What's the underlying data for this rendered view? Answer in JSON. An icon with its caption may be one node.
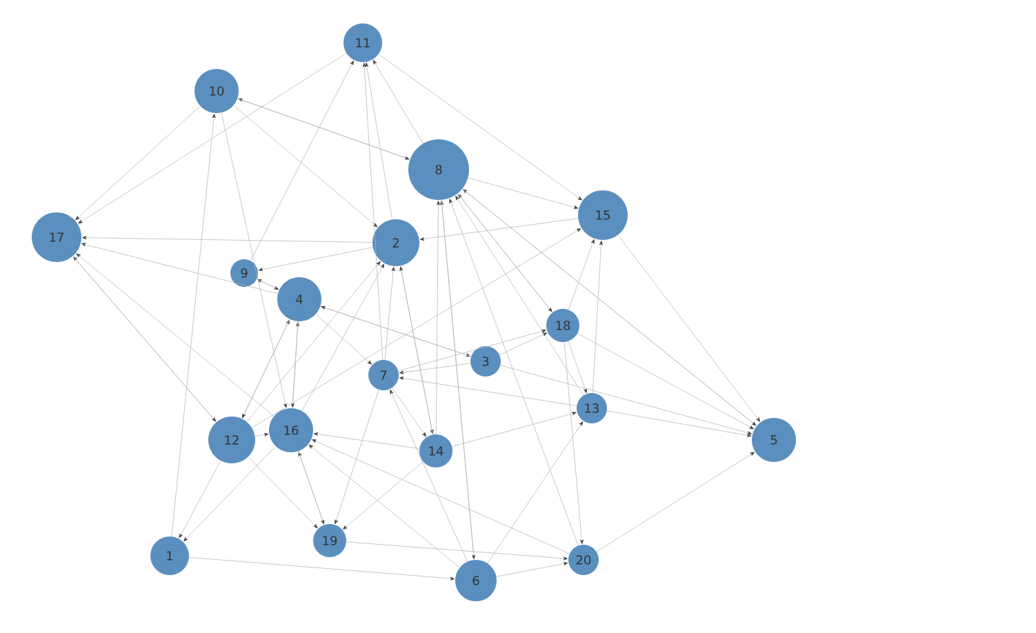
{
  "diagram": {
    "nodes": [
      {
        "text": [
          "1"
        ]
      },
      {
        "text": [
          "2"
        ]
      },
      {
        "text": [
          "3"
        ]
      },
      {
        "text": [
          "4"
        ]
      },
      {
        "text": [
          "5"
        ]
      },
      {
        "text": [
          "6"
        ]
      },
      {
        "text": [
          "7"
        ]
      },
      {
        "text": [
          "8"
        ]
      },
      {
        "text": [
          "9"
        ]
      },
      {
        "text": [
          "10"
        ]
      },
      {
        "text": [
          "11"
        ]
      },
      {
        "text": [
          "12"
        ]
      },
      {
        "text": [
          "13"
        ]
      },
      {
        "text": [
          "14"
        ]
      },
      {
        "text": [
          "15"
        ]
      },
      {
        "text": [
          "16"
        ]
      },
      {
        "text": [
          "17"
        ]
      },
      {
        "text": [
          "18"
        ]
      },
      {
        "text": [
          "19"
        ]
      },
      {
        "text": [
          "20"
        ]
      }
    ],
    "edges": [
      {
        "from": 9,
        "to": 16,
        "arrow": "to"
      },
      {
        "from": 10,
        "to": 16,
        "arrow": "to"
      },
      {
        "from": 9,
        "to": 1,
        "arrow": "to"
      },
      {
        "from": 7,
        "to": 9,
        "arrow": "to"
      },
      {
        "from": 9,
        "to": 7,
        "arrow": "to"
      },
      {
        "from": 8,
        "to": 10,
        "arrow": "to"
      },
      {
        "from": 0,
        "to": 9,
        "arrow": "to"
      },
      {
        "from": 9,
        "to": 15,
        "arrow": "to"
      },
      {
        "from": 1,
        "to": 16,
        "arrow": "to"
      },
      {
        "from": 1,
        "to": 8,
        "arrow": "to"
      },
      {
        "from": 3,
        "to": 16,
        "arrow": "to"
      },
      {
        "from": 11,
        "to": 16,
        "arrow": "to"
      },
      {
        "from": 16,
        "to": 11,
        "arrow": "to"
      },
      {
        "from": 15,
        "to": 16,
        "arrow": "to"
      },
      {
        "from": 3,
        "to": 2,
        "arrow": "to"
      },
      {
        "from": 2,
        "to": 3,
        "arrow": "to"
      },
      {
        "from": 3,
        "to": 8,
        "arrow": "to"
      },
      {
        "from": 8,
        "to": 3,
        "arrow": "to"
      },
      {
        "from": 1,
        "to": 10,
        "arrow": "to"
      },
      {
        "from": 6,
        "to": 10,
        "arrow": "to"
      },
      {
        "from": 7,
        "to": 10,
        "arrow": "to"
      },
      {
        "from": 10,
        "to": 14,
        "arrow": "to"
      },
      {
        "from": 7,
        "to": 14,
        "arrow": "to"
      },
      {
        "from": 14,
        "to": 1,
        "arrow": "to"
      },
      {
        "from": 5,
        "to": 7,
        "arrow": "to"
      },
      {
        "from": 13,
        "to": 7,
        "arrow": "to"
      },
      {
        "from": 19,
        "to": 7,
        "arrow": "to"
      },
      {
        "from": 12,
        "to": 7,
        "arrow": "to"
      },
      {
        "from": 4,
        "to": 7,
        "arrow": "to"
      },
      {
        "from": 17,
        "to": 7,
        "arrow": "to"
      },
      {
        "from": 7,
        "to": 17,
        "arrow": "to"
      },
      {
        "from": 7,
        "to": 5,
        "arrow": "to"
      },
      {
        "from": 11,
        "to": 1,
        "arrow": "to"
      },
      {
        "from": 15,
        "to": 1,
        "arrow": "to"
      },
      {
        "from": 6,
        "to": 1,
        "arrow": "to"
      },
      {
        "from": 1,
        "to": 13,
        "arrow": "to"
      },
      {
        "from": 13,
        "to": 1,
        "arrow": "to"
      },
      {
        "from": 11,
        "to": 3,
        "arrow": "to"
      },
      {
        "from": 15,
        "to": 3,
        "arrow": "to"
      },
      {
        "from": 3,
        "to": 15,
        "arrow": "to"
      },
      {
        "from": 3,
        "to": 6,
        "arrow": "to"
      },
      {
        "from": 15,
        "to": 0,
        "arrow": "to"
      },
      {
        "from": 11,
        "to": 14,
        "arrow": "to"
      },
      {
        "from": 12,
        "to": 14,
        "arrow": "to"
      },
      {
        "from": 17,
        "to": 14,
        "arrow": "to"
      },
      {
        "from": 6,
        "to": 13,
        "arrow": "to"
      },
      {
        "from": 5,
        "to": 6,
        "arrow": "to"
      },
      {
        "from": 12,
        "to": 6,
        "arrow": "to"
      },
      {
        "from": 2,
        "to": 6,
        "arrow": "to"
      },
      {
        "from": 11,
        "to": 15,
        "arrow": "to"
      },
      {
        "from": 13,
        "to": 15,
        "arrow": "to"
      },
      {
        "from": 5,
        "to": 15,
        "arrow": "to"
      },
      {
        "from": 19,
        "to": 15,
        "arrow": "to"
      },
      {
        "from": 18,
        "to": 15,
        "arrow": "to"
      },
      {
        "from": 15,
        "to": 18,
        "arrow": "to"
      },
      {
        "from": 11,
        "to": 0,
        "arrow": "to"
      },
      {
        "from": 3,
        "to": 11,
        "arrow": "to"
      },
      {
        "from": 6,
        "to": 18,
        "arrow": "to"
      },
      {
        "from": 13,
        "to": 18,
        "arrow": "to"
      },
      {
        "from": 11,
        "to": 18,
        "arrow": "to"
      },
      {
        "from": 0,
        "to": 5,
        "arrow": "to"
      },
      {
        "from": 18,
        "to": 19,
        "arrow": "to"
      },
      {
        "from": 5,
        "to": 19,
        "arrow": "to"
      },
      {
        "from": 17,
        "to": 19,
        "arrow": "to"
      },
      {
        "from": 5,
        "to": 12,
        "arrow": "to"
      },
      {
        "from": 13,
        "to": 12,
        "arrow": "to"
      },
      {
        "from": 17,
        "to": 12,
        "arrow": "to"
      },
      {
        "from": 19,
        "to": 4,
        "arrow": "to"
      },
      {
        "from": 12,
        "to": 4,
        "arrow": "to"
      },
      {
        "from": 2,
        "to": 4,
        "arrow": "to"
      },
      {
        "from": 17,
        "to": 4,
        "arrow": "to"
      },
      {
        "from": 14,
        "to": 4,
        "arrow": "to"
      },
      {
        "from": 7,
        "to": 4,
        "arrow": "to"
      },
      {
        "from": 2,
        "to": 17,
        "arrow": "to"
      },
      {
        "from": 6,
        "to": 17,
        "arrow": "to"
      }
    ]
  }
}
